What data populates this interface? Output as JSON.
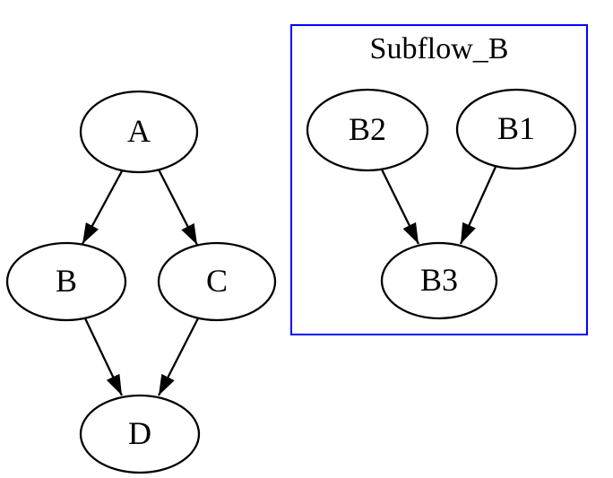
{
  "graph": {
    "background_color": "#ffffff",
    "node_fill": "#ffffff",
    "node_stroke_color": "#000000",
    "edge_color": "#000000",
    "cluster": {
      "label": "Subflow_B",
      "border_color": "#0000ff"
    },
    "nodes": [
      {
        "id": "A",
        "label": "A"
      },
      {
        "id": "B",
        "label": "B"
      },
      {
        "id": "C",
        "label": "C"
      },
      {
        "id": "D",
        "label": "D"
      },
      {
        "id": "B2",
        "label": "B2"
      },
      {
        "id": "B1",
        "label": "B1"
      },
      {
        "id": "B3",
        "label": "B3"
      }
    ],
    "edges": [
      {
        "from": "A",
        "to": "B"
      },
      {
        "from": "A",
        "to": "C"
      },
      {
        "from": "B",
        "to": "D"
      },
      {
        "from": "C",
        "to": "D"
      },
      {
        "from": "B2",
        "to": "B3"
      },
      {
        "from": "B1",
        "to": "B3"
      }
    ]
  }
}
